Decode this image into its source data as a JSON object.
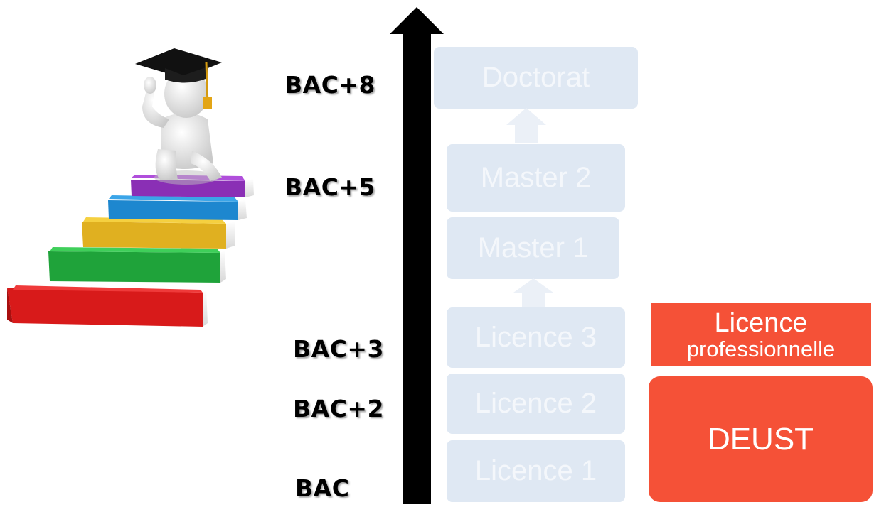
{
  "levels": {
    "bac8": "BAC+8",
    "bac5": "BAC+5",
    "bac3": "BAC+3",
    "bac2": "BAC+2",
    "bac": "BAC"
  },
  "degrees": {
    "doctorat": "Doctorat",
    "master2": "Master 2",
    "master1": "Master 1",
    "licence3": "Licence 3",
    "licence2": "Licence 2",
    "licence1": "Licence 1"
  },
  "highlighted": {
    "licence_pro_line1": "Licence",
    "licence_pro_line2": "professionnelle",
    "deust": "DEUST"
  },
  "colors": {
    "highlight": "#f55137",
    "degree_box": "#dfe8f3",
    "arrow": "#000000"
  },
  "icons": {
    "illustration": "graduate-on-books-icon"
  }
}
